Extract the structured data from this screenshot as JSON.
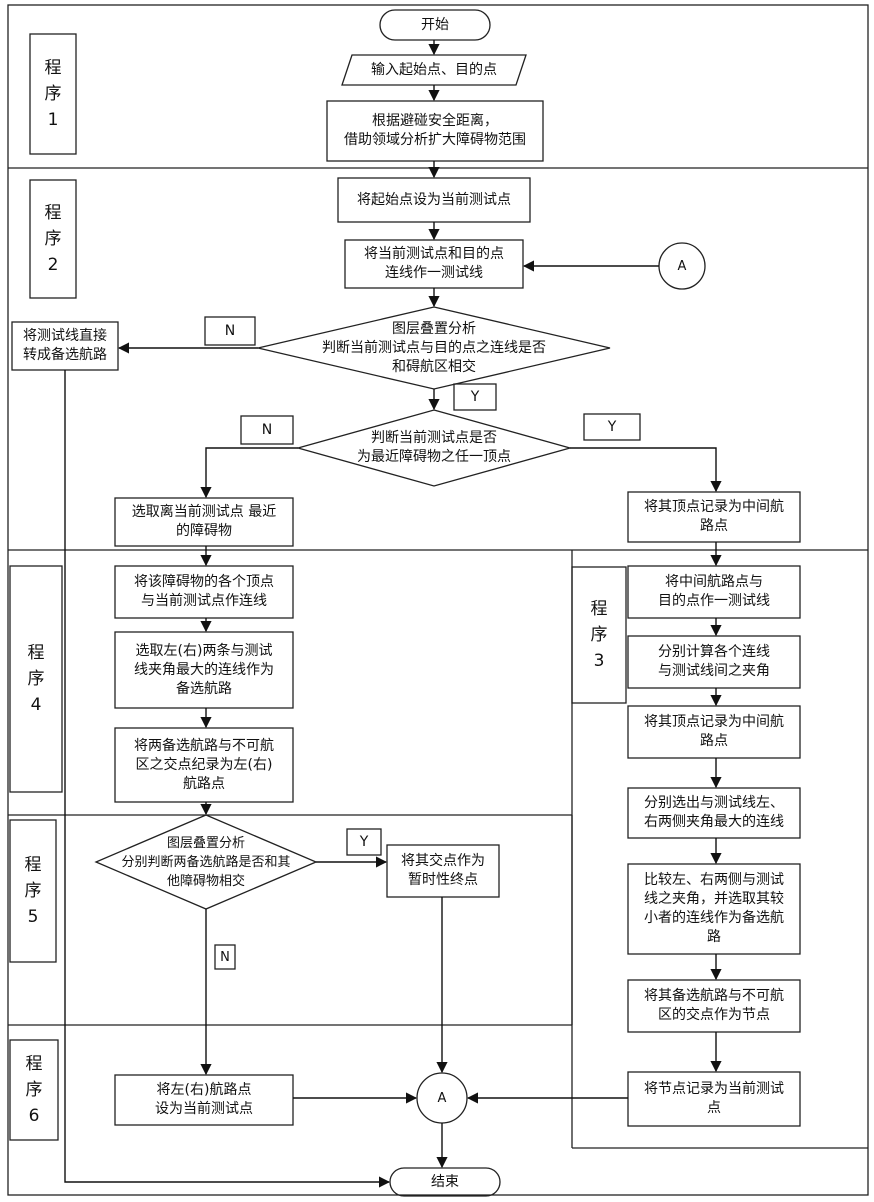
{
  "sections": {
    "p1": "程\n序\n1",
    "p2": "程\n序\n2",
    "p3": "程\n序\n3",
    "p4": "程\n序\n4",
    "p5": "程\n序\n5",
    "p6": "程\n序\n6"
  },
  "nodes": {
    "start": "开始",
    "input": "输入起始点、目的点",
    "expand": "根据避碰安全距离，\n借助领域分析扩大障碍物范围",
    "set_start": "将起始点设为当前测试点",
    "draw_line": "将当前测试点和目的点\n连线作一测试线",
    "decision1": "图层叠置分析\n判断当前测试点与目的点之连线是否\n和碍航区相交",
    "direct": "将测试线直接\n转成备选航路",
    "decision2": "判断当前测试点是否\n为最近障碍物之任一顶点",
    "select_nearest": "选取离当前测试点 最近\n的障碍物",
    "record_vertex": "将其顶点记录为中间航\n路点",
    "connect_vertices": "将该障碍物的各个顶点\n与当前测试点作连线",
    "choose_lr": "选取左(右)两条与测试\n线夹角最大的连线作为\n备选航路",
    "mark_intersect": "将两备选航路与不可航\n区之交点纪录为左(右)\n航路点",
    "decision3": "图层叠置分析\n分别判断两备选航路是否和其\n他障碍物相交",
    "temp_end": "将其交点作为\n暂时性终点",
    "set_lr_current": "将左(右)航路点\n设为当前测试点",
    "mid_to_goal": "将中间航路点与\n目的点作一测试线",
    "calc_angles": "分别计算各个连线\n与测试线间之夹角",
    "record_vertex2": "将其顶点记录为中间航\n路点",
    "select_max": "分别选出与测试线左、\n右两侧夹角最大的连线",
    "compare": "比较左、右两侧与测试\n线之夹角，并选取其较\n小者的连线作为备选航\n路",
    "intersect_node": "将其备选航路与不可航\n区的交点作为节点",
    "node_current": "将节点记录为当前测试\n点",
    "end": "结束"
  },
  "connectors": {
    "circle_a_top": "A",
    "circle_a_bottom": "A"
  },
  "branch_labels": {
    "n1": "N",
    "y1": "Y",
    "n2": "N",
    "y2": "Y",
    "y3": "Y",
    "n3": "N"
  }
}
